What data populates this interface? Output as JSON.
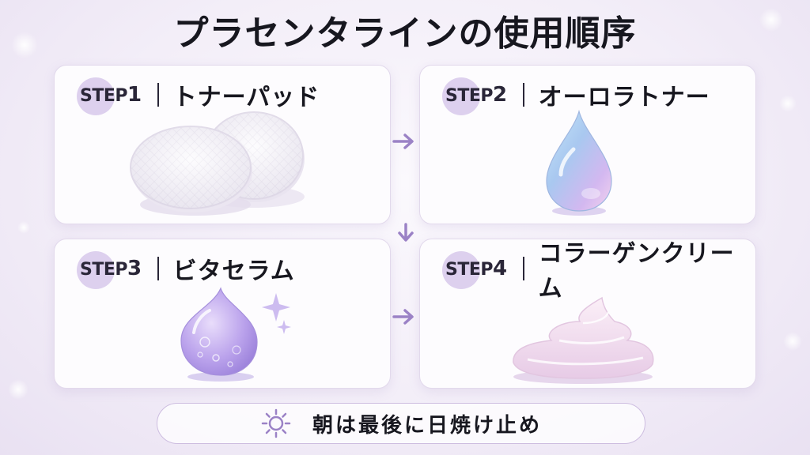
{
  "title": "プラセンタラインの使用順序",
  "steps": [
    {
      "prefix": "STEP",
      "number": "1",
      "name": "トナーパッド",
      "icon": "cotton-pads-icon"
    },
    {
      "prefix": "STEP",
      "number": "2",
      "name": "オーロラトナー",
      "icon": "droplet-icon"
    },
    {
      "prefix": "STEP",
      "number": "3",
      "name": "ビタセラム",
      "icon": "serum-drop-icon"
    },
    {
      "prefix": "STEP",
      "number": "4",
      "name": "コラーゲンクリーム",
      "icon": "cream-swirl-icon"
    }
  ],
  "note": {
    "text": "朝は最後に日焼け止め",
    "icon": "sun-icon"
  },
  "colors": {
    "accent": "#9b82c6",
    "badge": "#ddd0ee",
    "card_border": "#e2d9ec"
  }
}
